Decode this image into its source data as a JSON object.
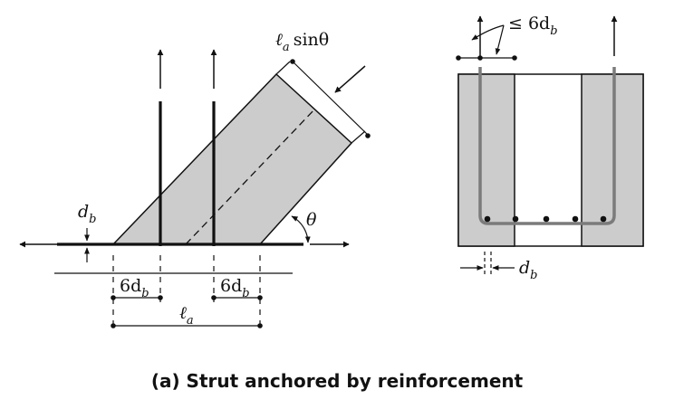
{
  "labels": {
    "la_sin": "ℓ",
    "la_sin_sub": "a",
    "la_sin_fn": "sinθ",
    "theta": "θ",
    "db_left": "d",
    "db_left_sub": "b",
    "six_db_1": "6d",
    "six_db_1_sub": "b",
    "six_db_2": "6d",
    "six_db_2_sub": "b",
    "la": "ℓ",
    "la_sub": "a",
    "le_six_db": "≤ 6d",
    "le_six_db_sub": "b",
    "db_right": "d",
    "db_right_sub": "b"
  },
  "caption": "(a) Strut anchored by reinforcement",
  "colors": {
    "strut_fill": "#cccccc",
    "bar_color": "#7b7b7b",
    "line_color": "#111111"
  }
}
